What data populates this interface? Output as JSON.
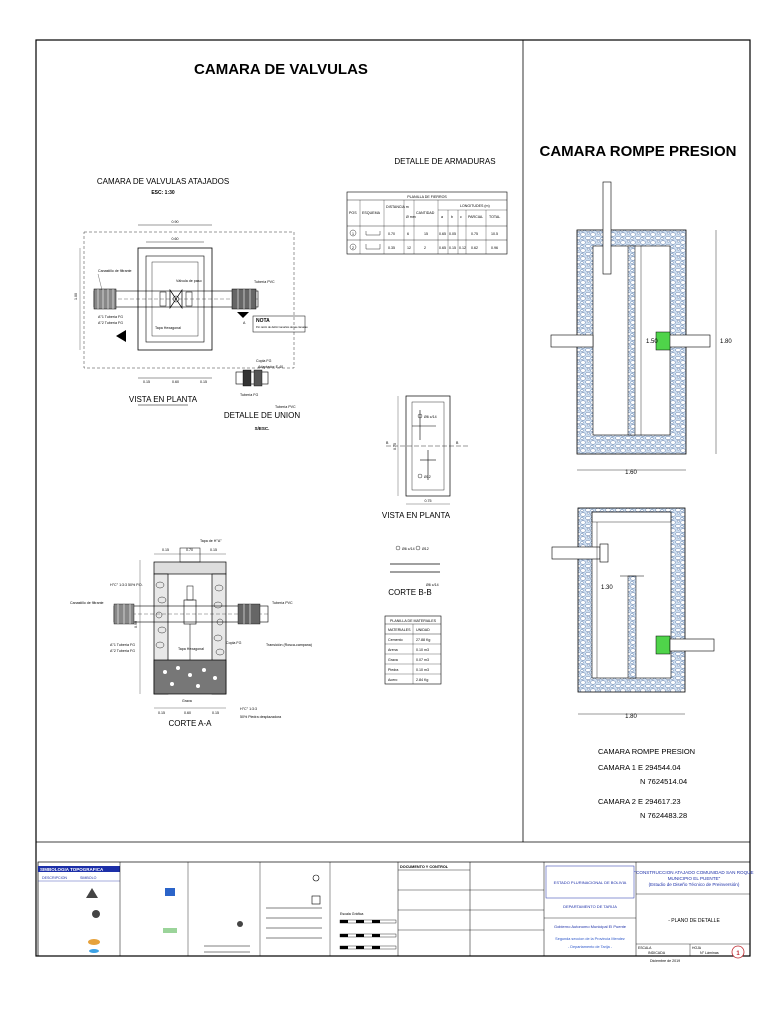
{
  "left_panel": {
    "title": "CAMARA DE VALVULAS",
    "plan_title": "CAMARA DE VALVULAS ATAJADOS",
    "plan_scale": "ESC: 1:30",
    "vista_planta": "VISTA EN PLANTA",
    "detalle_union": "DETALLE DE UNION",
    "detalle_union_scale": "S/ESC.",
    "corte_aa": "CORTE A-A",
    "armaduras_title": "DETALLE DE ARMADURAS",
    "vista_planta_2": "VISTA EN PLANTA",
    "corte_bb": "CORTE B-B",
    "nota_title": "NOTA",
    "nota_text": "Por razón de definir tamaños de las cámaras",
    "labels": {
      "canastillo": "Canastillo de filtrante",
      "valvula": "Válvula de paso",
      "tuberia_pvc": "Tubería PVC",
      "tubo_fg1": "A°1 Tubería FG",
      "tubo_fg2": "A°2 Tubería FG",
      "tapa": "Tapa Hexagonal",
      "codo": "Copla FG",
      "adaptador": "Adaptador E-40",
      "tuberia_fg": "Tubería FG",
      "hormigon": "H°C° 1:3:3 50% P.D.",
      "grava": "Grava",
      "hormigon2": "H°C° 1:3:3",
      "piedra": "50% Piedra desplazadora",
      "transicion": "Transición (Rosca-campana)",
      "tapa_hh": "Tapa de H°A°",
      "a_marker": "A",
      "b_marker": "B"
    },
    "dims": {
      "d090": "0.90",
      "d060": "0.60",
      "d015": "0.15",
      "d070": "0.70",
      "d075": "0.75",
      "d040": "0.40",
      "d100": "1.00",
      "d020": "0.20"
    },
    "fierros_table": {
      "title": "PLANILLA DE FIERROS",
      "headers": [
        "POS",
        "ESQUEMA",
        "DISTANCIA m",
        "Ø mm",
        "CANTIDAD",
        "LONGITUDES (m)",
        "a",
        "b",
        "c",
        "PARCIAL",
        "TOTAL"
      ],
      "rows": [
        [
          "1",
          "",
          "0.70",
          "6",
          "15",
          "0.65",
          "0.05",
          "",
          "0.75",
          "10.5"
        ],
        [
          "2",
          "",
          "0.35",
          "12",
          "2",
          "0.65",
          "0.15",
          "0.12",
          "0.62",
          "0.96"
        ]
      ]
    },
    "materiales_table": {
      "title": "PLANILLA DE MATERIALES",
      "headers": [
        "MATERIALES",
        "UNIDAD"
      ],
      "rows": [
        [
          "Cemento",
          "27.88 Kg"
        ],
        [
          "Arena",
          "0.10 m3"
        ],
        [
          "Grava",
          "0.07 m3"
        ],
        [
          "Piedra",
          "0.10 m3"
        ],
        [
          "Acero",
          "2.84 Kg"
        ]
      ]
    },
    "hierro_labels": {
      "a": "Ø6 c/14",
      "b": "Ø12",
      "c": "Ø6 c/14"
    }
  },
  "right_panel": {
    "title": "CAMARA ROMPE PRESION",
    "dim_150": "1.50",
    "dim_180": "1.80",
    "dim_160": "1.60",
    "dim_130": "1.30",
    "dim_180b": "1.80",
    "coords_title": "CAMARA ROMPE PRESION",
    "camara1_e": "CAMARA 1  E 294544.04",
    "camara1_n": "N 7624514.04",
    "camara2_e": "CAMARA 2  E 294617.23",
    "camara2_n": "N 7624483.28"
  },
  "title_block": {
    "simbologia_title": "SIMBOLOGIA TOPOGRAFICA",
    "descripcion": "DESCRIPCION",
    "simbolo": "SIMBOLO",
    "documento": "DOCUMENTO Y CONTROL",
    "estado": "ESTADO PLURINACIONAL DE BOLIVIA",
    "departamento": "DEPARTAMENTO DE TARIJA",
    "gobierno": "Gobierno Autonomo Municipal El Puente",
    "seccion": "Segunda seccion de la Provincia Mendez",
    "depto_tarija": "- Departamento de Tarija -",
    "proyecto_l1": "\"CONSTRUCCION ATAJADO COMUNIDAD SAN ROQUE",
    "proyecto_l2": "MUNICIPIO EL PUENTE\"",
    "proyecto_l3": "(Estudio de Diseño Técnico de Preinversión)",
    "contenido": "- PLANO DE DETALLE",
    "escala_lbl": "ESCALA",
    "escala_val": "INDICADA",
    "hoja_lbl": "HOJA",
    "hoja_val": "N° Láminas",
    "fecha": "Diciembre de 2019",
    "sheet_num": "1",
    "escala_grafica": "Escala Gráfica"
  }
}
